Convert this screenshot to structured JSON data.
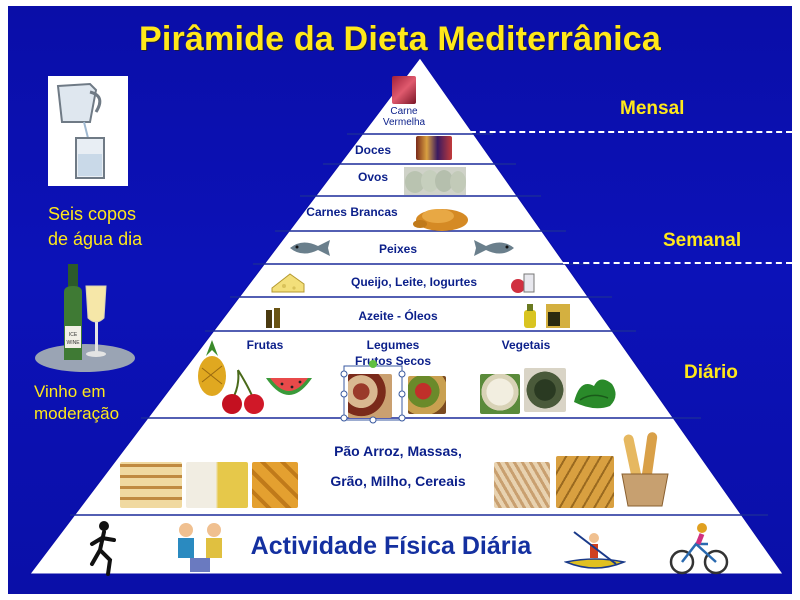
{
  "title": "Pirâmide da Dieta Mediterrânica",
  "frequency": {
    "monthly": "Mensal",
    "weekly": "Semanal",
    "daily": "Diário"
  },
  "side": {
    "water_line1": "Seis copos",
    "water_line2": "de água dia",
    "wine_line1": "Vinho em",
    "wine_line2": "moderação",
    "wine_bottle_label": "ICE WINE"
  },
  "tiers": {
    "red_meat_line1": "Carne",
    "red_meat_line2": "Vermelha",
    "sweets": "Doces",
    "eggs": "Ovos",
    "poultry": "Carnes Brancas",
    "fish": "Peixes",
    "dairy": "Queijo, Leite, Iogurtes",
    "oil": "Azeite - Óleos",
    "fruits": "Frutas",
    "legumes_line1": "Legumes",
    "legumes_line2": "Frutos Secos",
    "vegetables": "Vegetais",
    "grains_line1": "Pão Arroz, Massas,",
    "grains_line2": "Grão, Milho, Cereais",
    "activity": "Actividade Física Diária"
  },
  "colors": {
    "background": "#0a0ea8",
    "title": "#ffe81a",
    "pyramid_fill": "#ffffff",
    "label": "#0b1f8a"
  }
}
